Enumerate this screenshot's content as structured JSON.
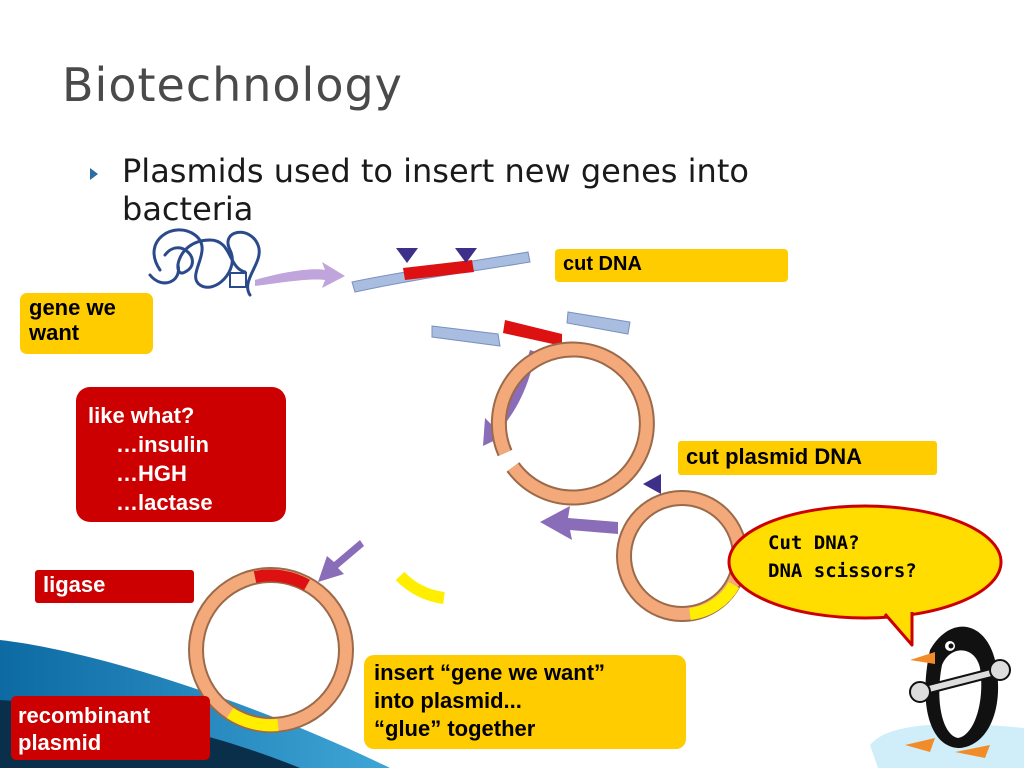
{
  "slide": {
    "title": "Biotechnology",
    "bullet": "Plasmids used to insert new genes into bacteria"
  },
  "labels": {
    "cut_dna": "cut DNA",
    "gene_we_want": "gene we want",
    "like_what": "like what?",
    "examples": [
      "…insulin",
      "…HGH",
      "…lactase"
    ],
    "cut_plasmid_dna": "cut plasmid DNA",
    "ligase": "ligase",
    "insert_step": [
      "insert “gene we want”",
      "into plasmid...",
      "“glue” together"
    ],
    "recombinant_plasmid": [
      "recombinant",
      "plasmid"
    ]
  },
  "speech_bubble": [
    "Cut DNA?",
    "DNA scissors?"
  ],
  "colors": {
    "plasmid": "#f4a97a",
    "gene": "#dd1111",
    "inserted_segment": "#ffee00",
    "dna_strand": "#a9bde0",
    "arrow": "#8a6db8",
    "restriction_marker": "#3d2f8a",
    "label_yellow": "#ffcc00",
    "label_red": "#cc0000"
  },
  "icons": [
    "tangled-dna-icon",
    "restriction-marker-icon",
    "penguin-mascot-icon",
    "wrench-icon"
  ]
}
